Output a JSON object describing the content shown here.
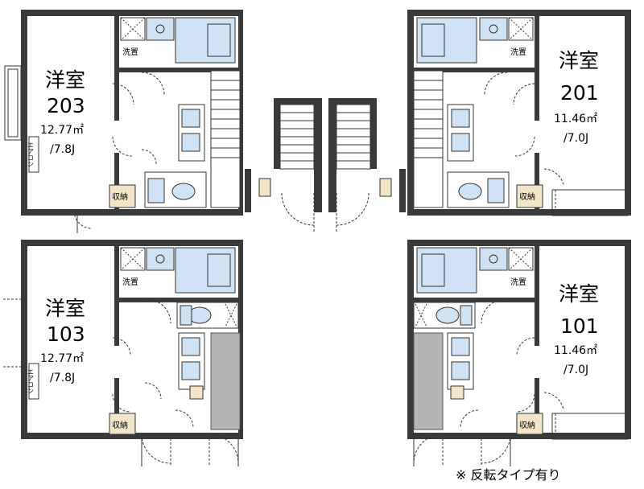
{
  "units": [
    {
      "id": "203",
      "room_label": "洋室",
      "room_number": "203",
      "area": "12.77㎡",
      "jo": "/7.8J",
      "wash": "洗置",
      "storage": "収納",
      "ac": "エアコン"
    },
    {
      "id": "201",
      "room_label": "洋室",
      "room_number": "201",
      "area": "11.46㎡",
      "jo": "/7.0J",
      "wash": "洗置",
      "storage": "収納"
    },
    {
      "id": "103",
      "room_label": "洋室",
      "room_number": "103",
      "area": "12.77㎡",
      "jo": "/7.8J",
      "wash": "洗置",
      "storage": "収納",
      "ac": "エアコン"
    },
    {
      "id": "101",
      "room_label": "洋室",
      "room_number": "101",
      "area": "11.46㎡",
      "jo": "/7.0J",
      "wash": "洗置",
      "storage": "収納"
    }
  ],
  "note": "※ 反転タイプ有り"
}
